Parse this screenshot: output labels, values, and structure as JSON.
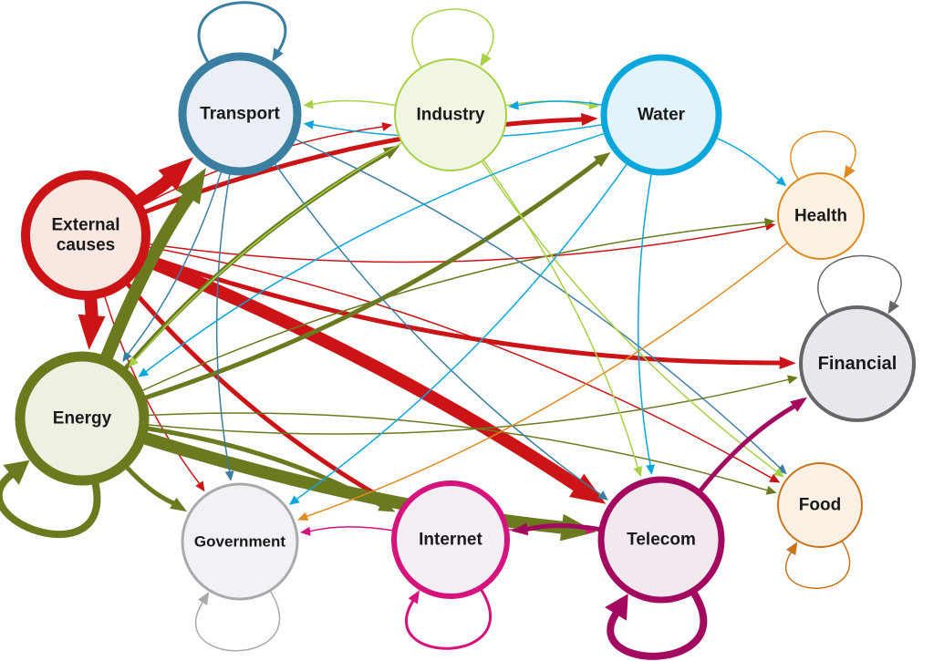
{
  "nodes": [
    {
      "id": "transport",
      "label": "Transport",
      "color": "#3a7ea1",
      "fill": "#e9eff4"
    },
    {
      "id": "industry",
      "label": "Industry",
      "color": "#a8d146",
      "fill": "#f0f6e2"
    },
    {
      "id": "water",
      "label": "Water",
      "color": "#0aa7dc",
      "fill": "#e3f3fb"
    },
    {
      "id": "health",
      "label": "Health",
      "color": "#e08a1e",
      "fill": "#fdf1e2"
    },
    {
      "id": "external",
      "label": "External\ncauses",
      "color": "#cc1417",
      "fill": "#f9e7e1"
    },
    {
      "id": "financial",
      "label": "Financial",
      "color": "#666666",
      "fill": "#e9e7ee"
    },
    {
      "id": "energy",
      "label": "Energy",
      "color": "#6b7a1f",
      "fill": "#eef0e2"
    },
    {
      "id": "food",
      "label": "Food",
      "color": "#c9731c",
      "fill": "#faf0e4"
    },
    {
      "id": "government",
      "label": "Government",
      "color": "#aaaaaa",
      "fill": "#f3f1f6"
    },
    {
      "id": "internet",
      "label": "Internet",
      "color": "#d6127d",
      "fill": "#f5eef4"
    },
    {
      "id": "telecom",
      "label": "Telecom",
      "color": "#a3095e",
      "fill": "#f2e8ef"
    }
  ],
  "edges": [
    {
      "from": "external",
      "to": "energy",
      "weight": "heavy"
    },
    {
      "from": "external",
      "to": "transport",
      "weight": "heavy"
    },
    {
      "from": "external",
      "to": "telecom",
      "weight": "heavy"
    },
    {
      "from": "external",
      "to": "internet",
      "weight": "medium"
    },
    {
      "from": "external",
      "to": "water",
      "weight": "medium"
    },
    {
      "from": "external",
      "to": "financial",
      "weight": "medium"
    },
    {
      "from": "external",
      "to": "industry",
      "weight": "thin"
    },
    {
      "from": "external",
      "to": "health",
      "weight": "thin"
    },
    {
      "from": "external",
      "to": "food",
      "weight": "thin"
    },
    {
      "from": "external",
      "to": "government",
      "weight": "thin"
    },
    {
      "from": "energy",
      "to": "transport",
      "weight": "heavy"
    },
    {
      "from": "energy",
      "to": "telecom",
      "weight": "heavy"
    },
    {
      "from": "energy",
      "to": "industry",
      "weight": "medium"
    },
    {
      "from": "energy",
      "to": "water",
      "weight": "medium"
    },
    {
      "from": "energy",
      "to": "internet",
      "weight": "medium"
    },
    {
      "from": "energy",
      "to": "government",
      "weight": "medium"
    },
    {
      "from": "energy",
      "to": "health",
      "weight": "thin"
    },
    {
      "from": "energy",
      "to": "financial",
      "weight": "thin"
    },
    {
      "from": "energy",
      "to": "food",
      "weight": "thin"
    },
    {
      "from": "transport",
      "to": "government",
      "weight": "thin"
    },
    {
      "from": "transport",
      "to": "energy",
      "weight": "thin"
    },
    {
      "from": "transport",
      "to": "telecom",
      "weight": "thin"
    },
    {
      "from": "transport",
      "to": "food",
      "weight": "thin"
    },
    {
      "from": "industry",
      "to": "transport",
      "weight": "thin"
    },
    {
      "from": "industry",
      "to": "water",
      "weight": "thin"
    },
    {
      "from": "industry",
      "to": "energy",
      "weight": "thin"
    },
    {
      "from": "industry",
      "to": "telecom",
      "weight": "thin"
    },
    {
      "from": "industry",
      "to": "food",
      "weight": "thin"
    },
    {
      "from": "water",
      "to": "transport",
      "weight": "thin"
    },
    {
      "from": "water",
      "to": "industry",
      "weight": "thin"
    },
    {
      "from": "water",
      "to": "health",
      "weight": "thin"
    },
    {
      "from": "water",
      "to": "energy",
      "weight": "thin"
    },
    {
      "from": "water",
      "to": "government",
      "weight": "thin"
    },
    {
      "from": "water",
      "to": "telecom",
      "weight": "thin"
    },
    {
      "from": "health",
      "to": "government",
      "weight": "thin"
    },
    {
      "from": "internet",
      "to": "government",
      "weight": "thin"
    },
    {
      "from": "internet",
      "to": "telecom",
      "weight": "thin"
    },
    {
      "from": "telecom",
      "to": "internet",
      "weight": "medium"
    },
    {
      "from": "telecom",
      "to": "financial",
      "weight": "medium"
    }
  ],
  "self_loops": [
    "transport",
    "industry",
    "health",
    "financial",
    "energy",
    "food",
    "government",
    "internet",
    "telecom"
  ]
}
